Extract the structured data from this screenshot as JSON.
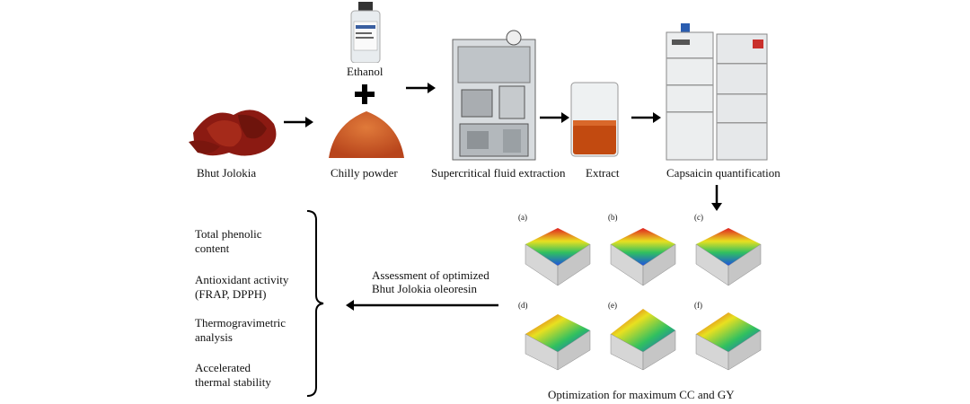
{
  "steps": {
    "ethanol": "Ethanol",
    "bhut": "Bhut Jolokia",
    "chilly": "Chilly powder",
    "sfe": "Supercritical  fluid extraction",
    "extract": "Extract",
    "capsaicin": "Capsaicin quantification",
    "optimization": "Optimization for maximum CC and GY",
    "assessment": [
      "Assessment of optimized",
      "Bhut Jolokia oleoresin"
    ]
  },
  "analyses": [
    [
      "Total phenolic",
      "content"
    ],
    [
      "Antioxidant activity",
      "(FRAP, DPPH)"
    ],
    [
      "Thermogravimetric",
      "analysis"
    ],
    [
      "Accelerated",
      "thermal stability"
    ]
  ],
  "plots": [
    "(a)",
    "(b)",
    "(c)",
    "(d)",
    "(e)",
    "(f)"
  ]
}
